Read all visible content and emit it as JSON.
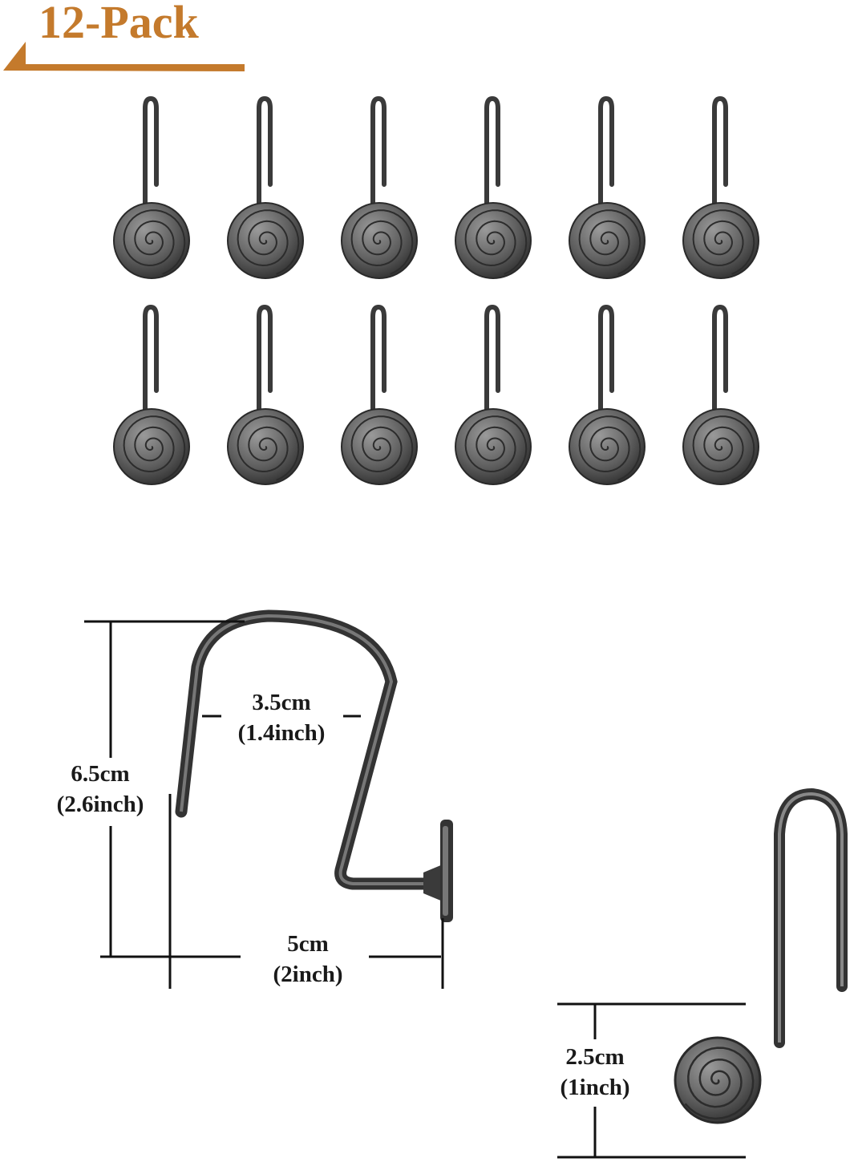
{
  "title": "12-Pack",
  "colors": {
    "accent": "#c47a2c",
    "metal": "#4a4a4a",
    "line": "#111111"
  },
  "grid": {
    "rows": 2,
    "columns": 6
  },
  "dimensions": {
    "height": {
      "cm": "6.5cm",
      "inch": "(2.6inch)"
    },
    "inner_width": {
      "cm": "3.5cm",
      "inch": "(1.4inch)"
    },
    "depth": {
      "cm": "5cm",
      "inch": "(2inch)"
    },
    "disc_diameter": {
      "cm": "2.5cm",
      "inch": "(1inch)"
    }
  }
}
